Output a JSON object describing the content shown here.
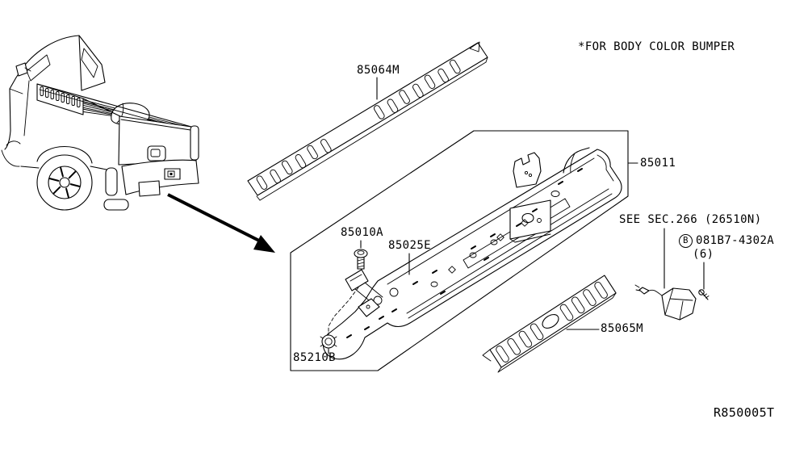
{
  "note": "*FOR BODY COLOR BUMPER",
  "diagram_code": "R850005T",
  "labels": {
    "step_pad_upper": "85064M",
    "bumper_assembly": "85011",
    "bolt": "85010A",
    "bracket": "85025E",
    "nut": "85210B",
    "step_pad_lower": "85065M",
    "see_section": "SEE SEC.266 (26510N)",
    "fastener_symbol": "B",
    "fastener_part": "081B7-4302A",
    "fastener_qty": "(6)"
  },
  "colors": {
    "line": "#000000",
    "background": "#ffffff"
  }
}
